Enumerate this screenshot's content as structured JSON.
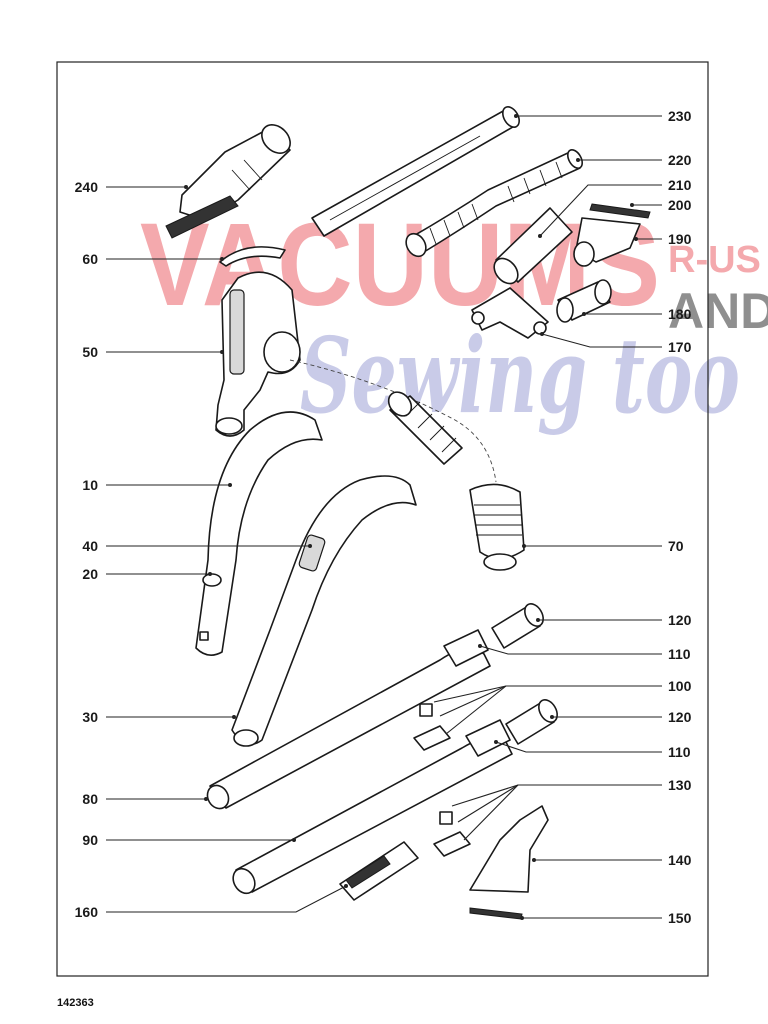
{
  "document_number": "142363",
  "watermark": {
    "line1": "VACUUMS",
    "line2a": "R-US",
    "line2b": "AND",
    "line3": "Sewing too",
    "colors": {
      "red": "#f4a9ad",
      "grey": "#8f8f8f",
      "blue": "#c9cbe8"
    }
  },
  "callouts": [
    {
      "id": "240",
      "label": "240"
    },
    {
      "id": "60",
      "label": "60"
    },
    {
      "id": "50",
      "label": "50"
    },
    {
      "id": "10",
      "label": "10"
    },
    {
      "id": "40",
      "label": "40"
    },
    {
      "id": "20",
      "label": "20"
    },
    {
      "id": "30",
      "label": "30"
    },
    {
      "id": "80",
      "label": "80"
    },
    {
      "id": "90",
      "label": "90"
    },
    {
      "id": "160",
      "label": "160"
    },
    {
      "id": "230",
      "label": "230"
    },
    {
      "id": "220",
      "label": "220"
    },
    {
      "id": "210",
      "label": "210"
    },
    {
      "id": "200",
      "label": "200"
    },
    {
      "id": "190",
      "label": "190"
    },
    {
      "id": "180",
      "label": "180"
    },
    {
      "id": "170",
      "label": "170"
    },
    {
      "id": "70",
      "label": "70"
    },
    {
      "id": "120a",
      "label": "120"
    },
    {
      "id": "110a",
      "label": "110"
    },
    {
      "id": "100",
      "label": "100"
    },
    {
      "id": "120b",
      "label": "120"
    },
    {
      "id": "110b",
      "label": "110"
    },
    {
      "id": "130",
      "label": "130"
    },
    {
      "id": "140",
      "label": "140"
    },
    {
      "id": "150",
      "label": "150"
    }
  ]
}
